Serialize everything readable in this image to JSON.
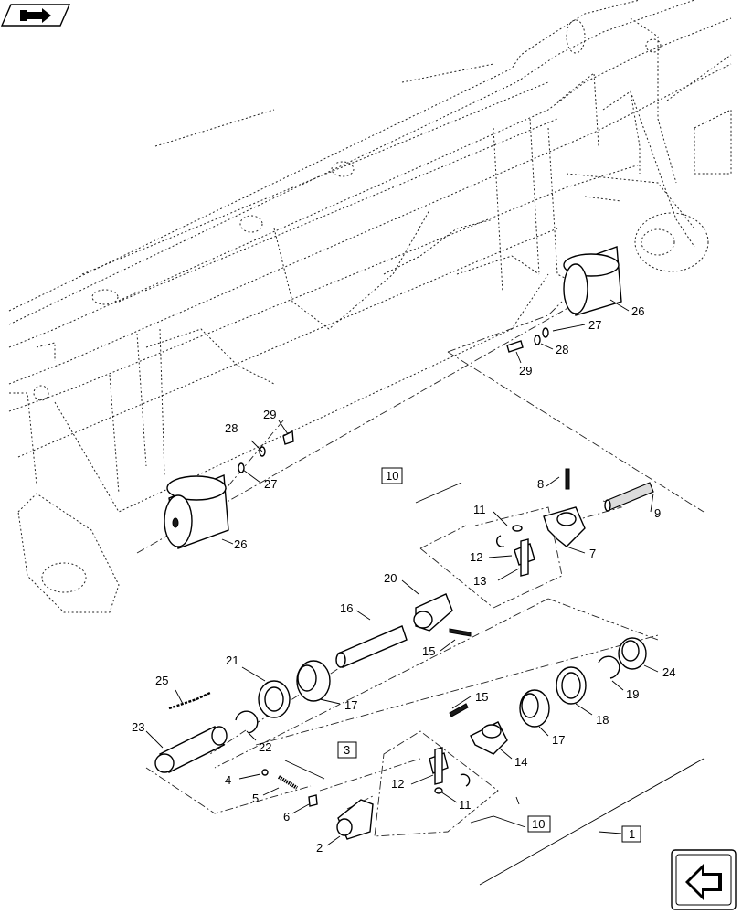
{
  "nav": {
    "back_icon": "book-arrow-icon",
    "corner_icon": "next-arrow-icon"
  },
  "callouts": [
    {
      "id": "c26a",
      "text": "26"
    },
    {
      "id": "c27a",
      "text": "27"
    },
    {
      "id": "c28a",
      "text": "28"
    },
    {
      "id": "c29a",
      "text": "29"
    },
    {
      "id": "c29b",
      "text": "29"
    },
    {
      "id": "c28b",
      "text": "28"
    },
    {
      "id": "c27b",
      "text": "27"
    },
    {
      "id": "c26b",
      "text": "26"
    },
    {
      "id": "c8",
      "text": "8"
    },
    {
      "id": "c9",
      "text": "9"
    },
    {
      "id": "c11a",
      "text": "11"
    },
    {
      "id": "c12a",
      "text": "12"
    },
    {
      "id": "c13",
      "text": "13"
    },
    {
      "id": "c7",
      "text": "7"
    },
    {
      "id": "c20",
      "text": "20"
    },
    {
      "id": "c16",
      "text": "16"
    },
    {
      "id": "c15a",
      "text": "15"
    },
    {
      "id": "c21",
      "text": "21"
    },
    {
      "id": "c17a",
      "text": "17"
    },
    {
      "id": "c25",
      "text": "25"
    },
    {
      "id": "c23",
      "text": "23"
    },
    {
      "id": "c22",
      "text": "22"
    },
    {
      "id": "c24",
      "text": "24"
    },
    {
      "id": "c19",
      "text": "19"
    },
    {
      "id": "c18",
      "text": "18"
    },
    {
      "id": "c17b",
      "text": "17"
    },
    {
      "id": "c15b",
      "text": "15"
    },
    {
      "id": "c14",
      "text": "14"
    },
    {
      "id": "c12b",
      "text": "12"
    },
    {
      "id": "c11b",
      "text": "11"
    },
    {
      "id": "c4",
      "text": "4"
    },
    {
      "id": "c5",
      "text": "5"
    },
    {
      "id": "c6",
      "text": "6"
    },
    {
      "id": "c2",
      "text": "2"
    }
  ],
  "boxes": [
    {
      "id": "b10a",
      "text": "10"
    },
    {
      "id": "b3",
      "text": "3"
    },
    {
      "id": "b10b",
      "text": "10"
    },
    {
      "id": "b1",
      "text": "1"
    }
  ]
}
